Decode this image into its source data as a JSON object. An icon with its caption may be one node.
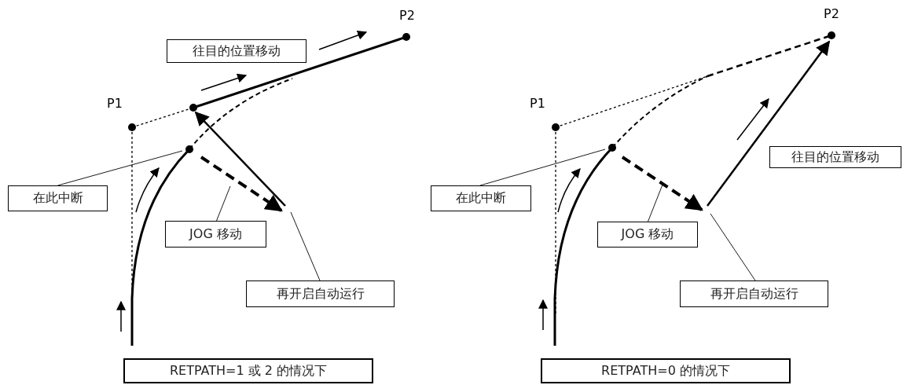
{
  "diagram": {
    "nodes": [
      {
        "text": [
          "往目的位置移动"
        ]
      },
      {
        "text": [
          "在此中断"
        ]
      },
      {
        "text": [
          "JOG 移动"
        ]
      },
      {
        "text": [
          "再开启自动运行"
        ]
      },
      {
        "text": [
          "RETPATH=1 或 2 的情况下"
        ]
      },
      {
        "text": [
          "在此中断"
        ]
      },
      {
        "text": [
          "JOG 移动"
        ]
      },
      {
        "text": [
          "往目的位置移动"
        ]
      },
      {
        "text": [
          "再开启自动运行"
        ]
      },
      {
        "text": [
          "RETPATH=0 的情况下"
        ]
      }
    ],
    "edges": [
      {
        "from": 1,
        "to": null,
        "arrow": "none"
      },
      {
        "from": 2,
        "to": null,
        "arrow": "none"
      },
      {
        "from": 3,
        "to": null,
        "arrow": "none"
      },
      {
        "from": 5,
        "to": null,
        "arrow": "none"
      },
      {
        "from": 6,
        "to": null,
        "arrow": "none"
      },
      {
        "from": 8,
        "to": null,
        "arrow": "none"
      }
    ],
    "labels": [
      "P2",
      "P1",
      "P2",
      "P1"
    ]
  }
}
